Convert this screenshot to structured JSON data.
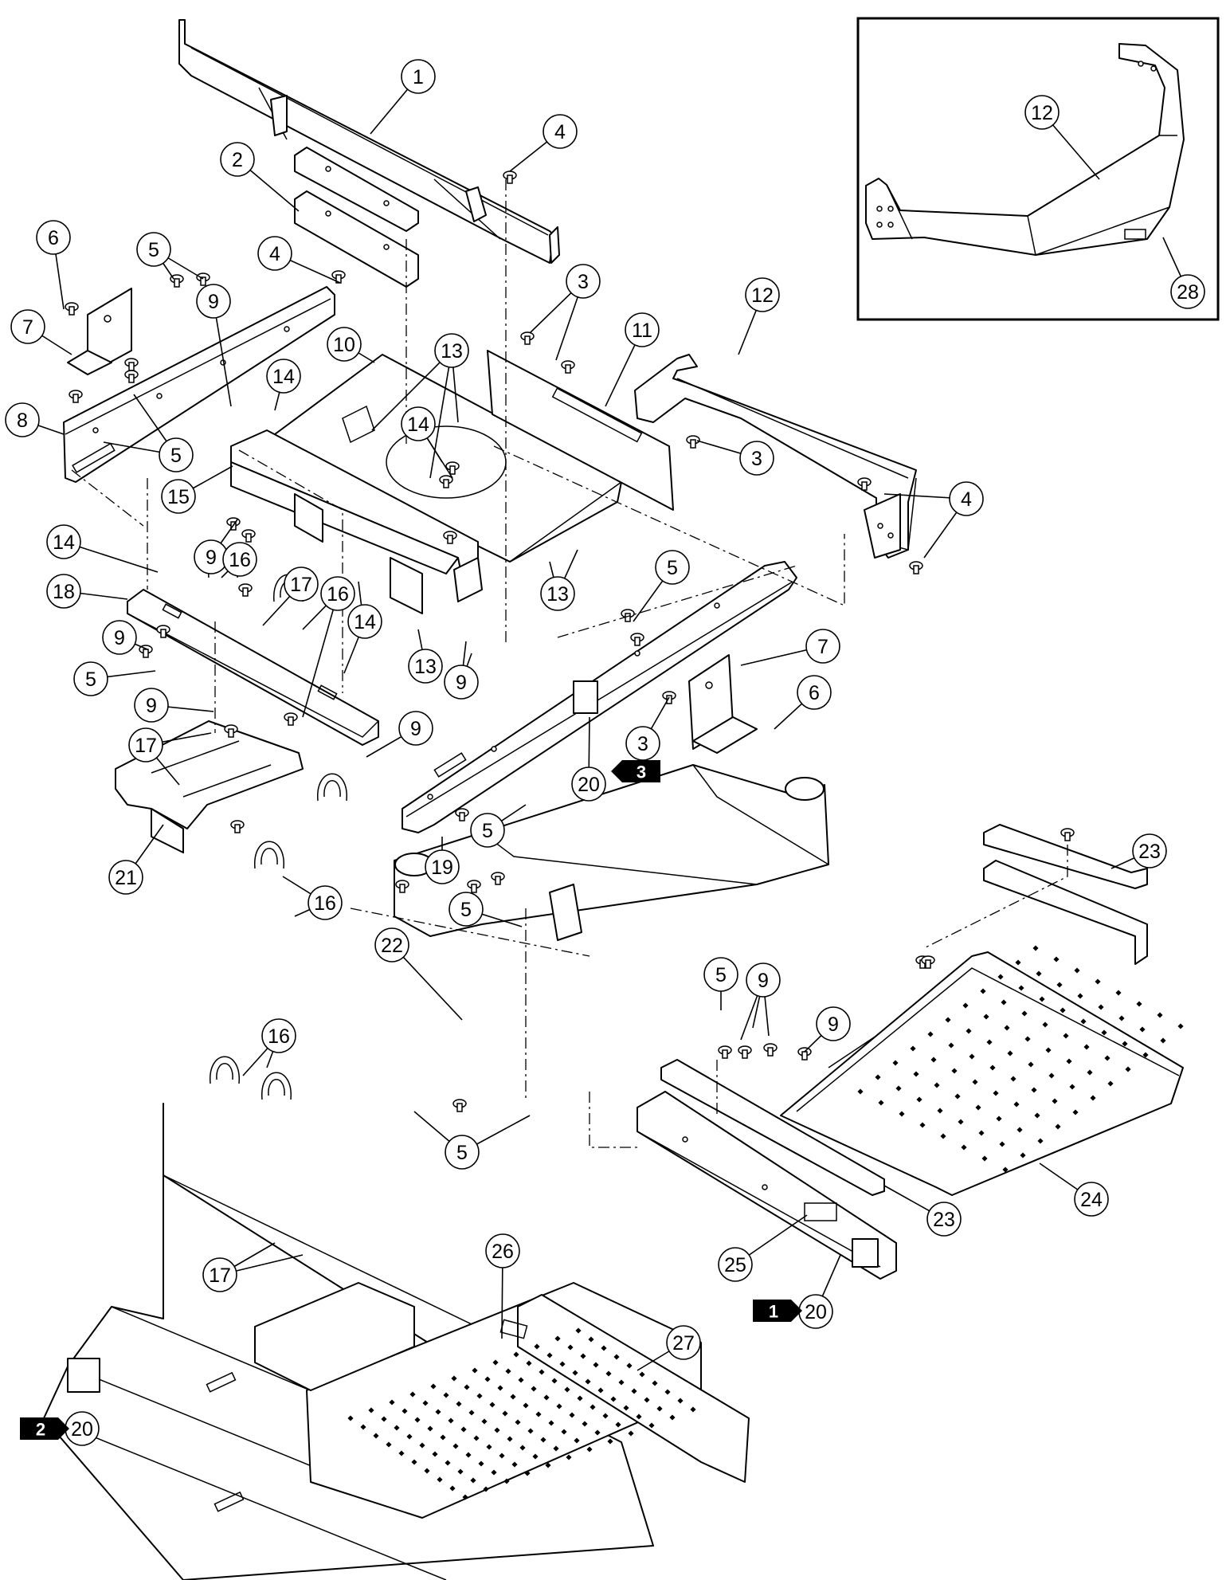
{
  "callouts": [
    {
      "label": "1"
    },
    {
      "label": "2"
    },
    {
      "label": "4"
    },
    {
      "label": "6"
    },
    {
      "label": "5"
    },
    {
      "label": "4"
    },
    {
      "label": "9"
    },
    {
      "label": "7"
    },
    {
      "label": "3"
    },
    {
      "label": "12"
    },
    {
      "label": "11"
    },
    {
      "label": "10"
    },
    {
      "label": "13"
    },
    {
      "label": "14"
    },
    {
      "label": "8"
    },
    {
      "label": "5"
    },
    {
      "label": "14"
    },
    {
      "label": "3"
    },
    {
      "label": "15"
    },
    {
      "label": "4"
    },
    {
      "label": "9"
    },
    {
      "label": "14"
    },
    {
      "label": "16"
    },
    {
      "label": "13"
    },
    {
      "label": "5"
    },
    {
      "label": "18"
    },
    {
      "label": "17"
    },
    {
      "label": "16"
    },
    {
      "label": "14"
    },
    {
      "label": "9"
    },
    {
      "label": "13"
    },
    {
      "label": "9"
    },
    {
      "label": "7"
    },
    {
      "label": "5"
    },
    {
      "label": "6"
    },
    {
      "label": "9"
    },
    {
      "label": "17"
    },
    {
      "label": "9"
    },
    {
      "label": "3"
    },
    {
      "label": "20"
    },
    {
      "label": "5"
    },
    {
      "label": "21"
    },
    {
      "label": "19"
    },
    {
      "label": "16"
    },
    {
      "label": "5"
    },
    {
      "label": "22"
    },
    {
      "label": "5"
    },
    {
      "label": "9"
    },
    {
      "label": "9"
    },
    {
      "label": "5"
    },
    {
      "label": "16"
    },
    {
      "label": "23"
    },
    {
      "label": "24"
    },
    {
      "label": "25"
    },
    {
      "label": "20"
    },
    {
      "label": "17"
    },
    {
      "label": "26"
    },
    {
      "label": "27"
    },
    {
      "label": "20"
    },
    {
      "label": "12"
    },
    {
      "label": "28"
    },
    {
      "label": "23"
    }
  ],
  "reference_tags": [
    {
      "label": "3"
    },
    {
      "label": "1"
    },
    {
      "label": "2"
    }
  ]
}
